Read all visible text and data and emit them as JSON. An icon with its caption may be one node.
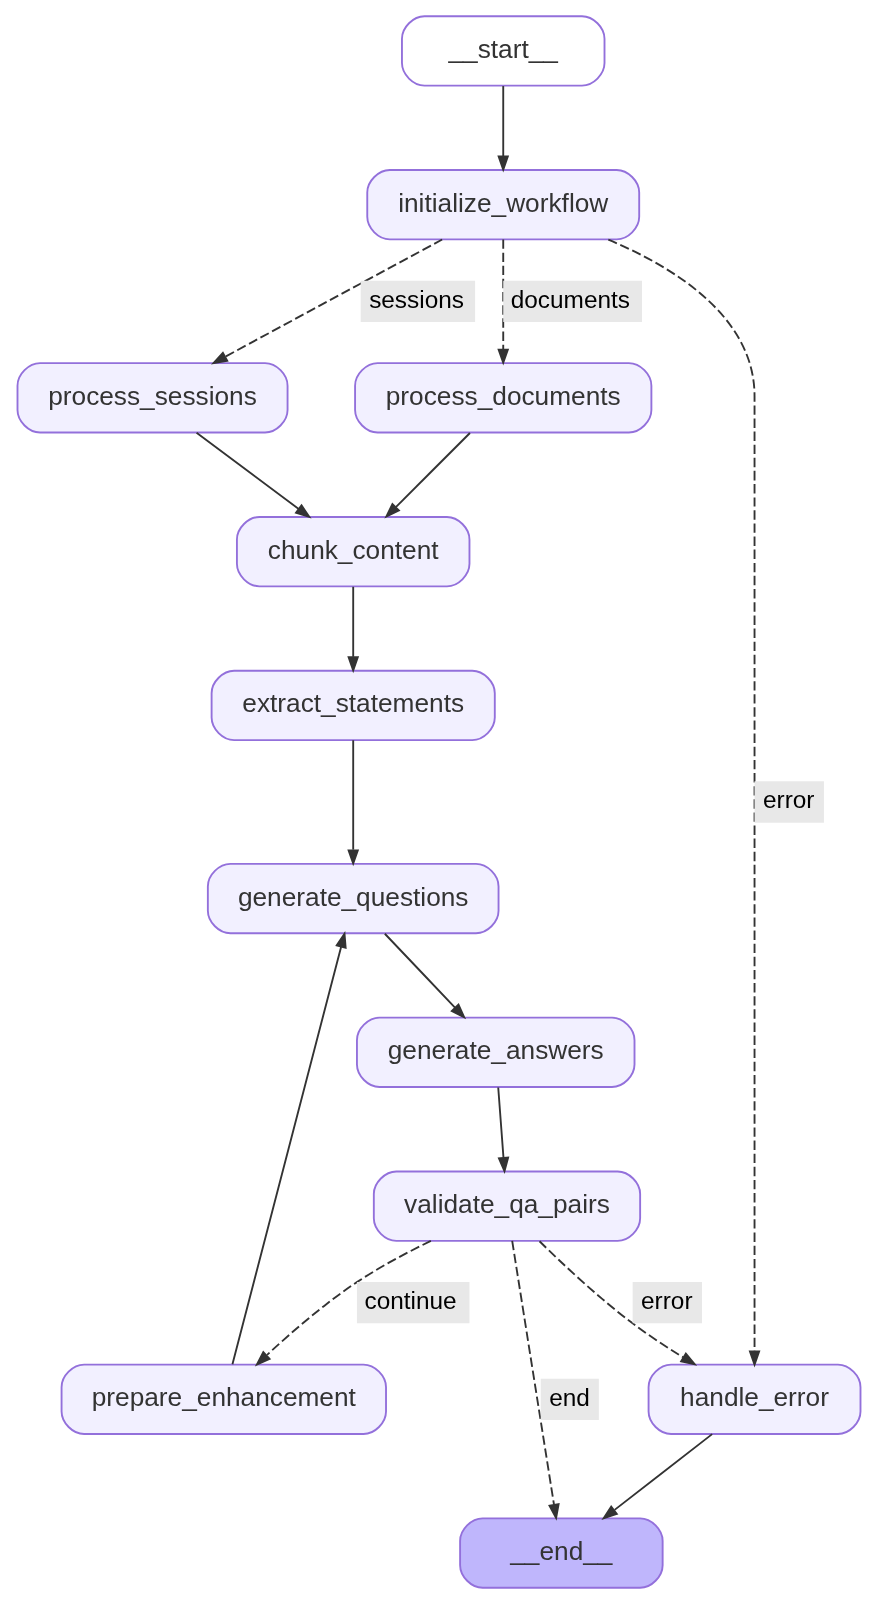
{
  "diagram": {
    "nodes": [
      {
        "text": [
          "__start__"
        ]
      },
      {
        "text": [
          "initialize_workflow"
        ]
      },
      {
        "text": [
          "process_documents"
        ]
      },
      {
        "text": [
          "process_sessions"
        ]
      },
      {
        "text": [
          "chunk_content"
        ]
      },
      {
        "text": [
          "extract_statements"
        ]
      },
      {
        "text": [
          "generate_questions"
        ]
      },
      {
        "text": [
          "generate_answers"
        ]
      },
      {
        "text": [
          "validate_qa_pairs"
        ]
      },
      {
        "text": [
          "handle_error"
        ]
      },
      {
        "text": [
          "prepare_enhancement"
        ]
      },
      {
        "text": [
          "__end__"
        ]
      }
    ],
    "edges": [
      {
        "from": 0,
        "to": 1,
        "arrow": "to"
      },
      {
        "from": 1,
        "to": 2,
        "arrow": "to",
        "label": "documents",
        "style": "dashed"
      },
      {
        "from": 1,
        "to": 3,
        "arrow": "to",
        "label": "sessions",
        "style": "dashed"
      },
      {
        "from": 1,
        "to": 9,
        "arrow": "to",
        "label": "error",
        "style": "dashed"
      },
      {
        "from": 2,
        "to": 4,
        "arrow": "to"
      },
      {
        "from": 3,
        "to": 4,
        "arrow": "to"
      },
      {
        "from": 4,
        "to": 5,
        "arrow": "to"
      },
      {
        "from": 5,
        "to": 6,
        "arrow": "to"
      },
      {
        "from": 6,
        "to": 7,
        "arrow": "to"
      },
      {
        "from": 7,
        "to": 8,
        "arrow": "to"
      },
      {
        "from": 8,
        "to": 9,
        "arrow": "to",
        "label": "error",
        "style": "dashed"
      },
      {
        "from": 8,
        "to": 10,
        "arrow": "to",
        "label": "continue",
        "style": "dashed"
      },
      {
        "from": 8,
        "to": 11,
        "arrow": "to",
        "label": "end",
        "style": "dashed"
      },
      {
        "from": 9,
        "to": 11,
        "arrow": "to"
      },
      {
        "from": 10,
        "to": 6,
        "arrow": "to"
      }
    ]
  }
}
